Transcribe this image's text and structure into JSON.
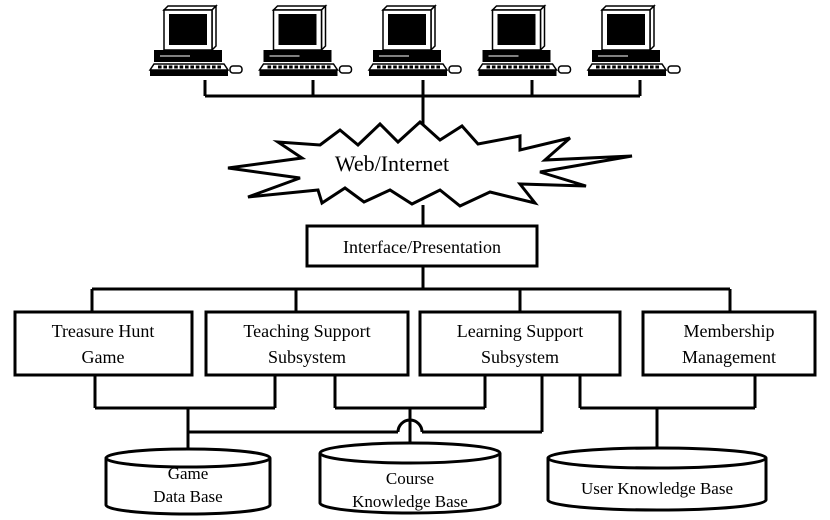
{
  "network": {
    "label": "Web/Internet",
    "client_count": 5
  },
  "interface": {
    "label": "Interface/Presentation"
  },
  "subsystems": [
    {
      "id": "treasure",
      "lines": [
        "Treasure Hunt",
        "Game"
      ]
    },
    {
      "id": "teaching",
      "lines": [
        "Teaching Support",
        "Subsystem"
      ]
    },
    {
      "id": "learning",
      "lines": [
        "Learning Support",
        "Subsystem"
      ]
    },
    {
      "id": "membership",
      "lines": [
        "Membership",
        "Management"
      ]
    }
  ],
  "databases": [
    {
      "id": "game",
      "lines": [
        "Game",
        "Data Base"
      ]
    },
    {
      "id": "course",
      "lines": [
        "Course",
        "Knowledge Base"
      ]
    },
    {
      "id": "user",
      "lines": [
        "User Knowledge Base"
      ]
    }
  ],
  "colors": {
    "line": "#000000",
    "fill": "#ffffff",
    "screen": "#000000"
  }
}
